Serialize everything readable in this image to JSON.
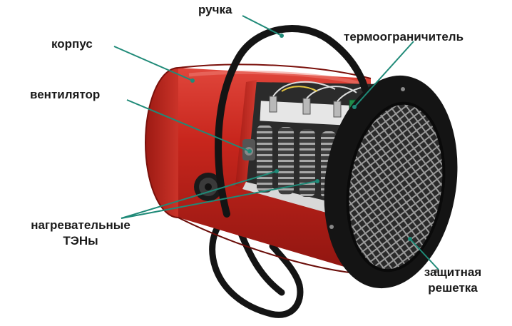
{
  "labels": {
    "handle": "ручка",
    "housing": "корпус",
    "thermostat": "термоограничитель",
    "fan": "вентилятор",
    "heaters_line1": "нагревательные",
    "heaters_line2": "ТЭНы",
    "grille_line1": "защитная",
    "grille_line2": "решетка"
  },
  "colors": {
    "leader_line": "#1f8a78",
    "body_red": "#c0231c",
    "rim_black": "#141414"
  }
}
